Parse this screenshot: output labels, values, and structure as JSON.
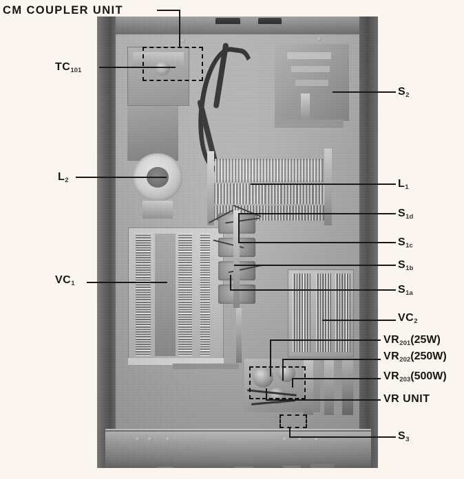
{
  "figure": {
    "title": "CM COUPLER UNIT",
    "kind": "annotated-photograph",
    "subject": "antenna coupler interior chassis top view"
  },
  "callouts": {
    "left": [
      {
        "id": "tc101",
        "base": "TC",
        "sub": "101",
        "suffix": "",
        "name": "trimmer-capacitor-tc101"
      },
      {
        "id": "l2",
        "base": "L",
        "sub": "2",
        "suffix": "",
        "name": "coil-l2"
      },
      {
        "id": "vc1",
        "base": "VC",
        "sub": "1",
        "suffix": "",
        "name": "variable-capacitor-vc1"
      }
    ],
    "right": [
      {
        "id": "s2",
        "base": "S",
        "sub": "2",
        "suffix": "",
        "name": "switch-s2"
      },
      {
        "id": "l1",
        "base": "L",
        "sub": "1",
        "suffix": "",
        "name": "coil-l1"
      },
      {
        "id": "s1d",
        "base": "S",
        "sub": "1d",
        "suffix": "",
        "name": "switch-s1d"
      },
      {
        "id": "s1c",
        "base": "S",
        "sub": "1c",
        "suffix": "",
        "name": "switch-s1c"
      },
      {
        "id": "s1b",
        "base": "S",
        "sub": "1b",
        "suffix": "",
        "name": "switch-s1b"
      },
      {
        "id": "s1a",
        "base": "S",
        "sub": "1a",
        "suffix": "",
        "name": "switch-s1a"
      },
      {
        "id": "vc2",
        "base": "VC",
        "sub": "2",
        "suffix": "",
        "name": "variable-capacitor-vc2"
      },
      {
        "id": "vr201",
        "base": "VR",
        "sub": "201",
        "suffix": "(25W)",
        "name": "resistor-vr201"
      },
      {
        "id": "vr202",
        "base": "VR",
        "sub": "202",
        "suffix": "(250W)",
        "name": "resistor-vr202"
      },
      {
        "id": "vr203",
        "base": "VR",
        "sub": "203",
        "suffix": "(500W)",
        "name": "resistor-vr203"
      },
      {
        "id": "vrunit",
        "base": "VR UNIT",
        "sub": "",
        "suffix": "",
        "name": "vr-unit"
      },
      {
        "id": "s3",
        "base": "S",
        "sub": "3",
        "suffix": "",
        "name": "switch-s3"
      }
    ]
  },
  "dashed_boxes": [
    {
      "id": "box-cm",
      "label": "CM COUPLER UNIT",
      "name": "dashed-box-cm-coupler-unit"
    },
    {
      "id": "box-vr",
      "label": "VR UNIT",
      "name": "dashed-box-vr-unit"
    },
    {
      "id": "box-s3",
      "label": "S3",
      "name": "dashed-box-s3"
    }
  ],
  "colors": {
    "page_background": "#fbf5ef",
    "ink": "#17150f",
    "leader": "#1b1811",
    "chassis_dark": "#564f47",
    "chassis_light": "#cdc8be"
  }
}
